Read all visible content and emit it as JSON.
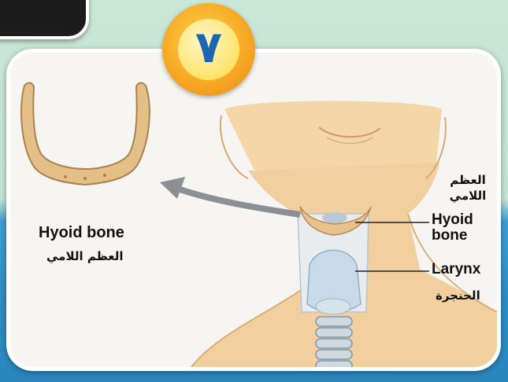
{
  "badge": {
    "number": "٧",
    "icon": "number-badge"
  },
  "hyoid_detail": {
    "label_en": "Hyoid bone",
    "label_ar": "العظم اللامي"
  },
  "right_labels": {
    "hyoid_ar": "العظم اللامي",
    "hyoid_en_line1": "Hyoid",
    "hyoid_en_line2": "bone",
    "larynx_en": "Larynx",
    "larynx_ar": "الحنجرة"
  },
  "colors": {
    "skin": "#f2cf9f",
    "bone": "#e7c28c",
    "badge": "#f5a623",
    "card_border": "#ffffff"
  }
}
